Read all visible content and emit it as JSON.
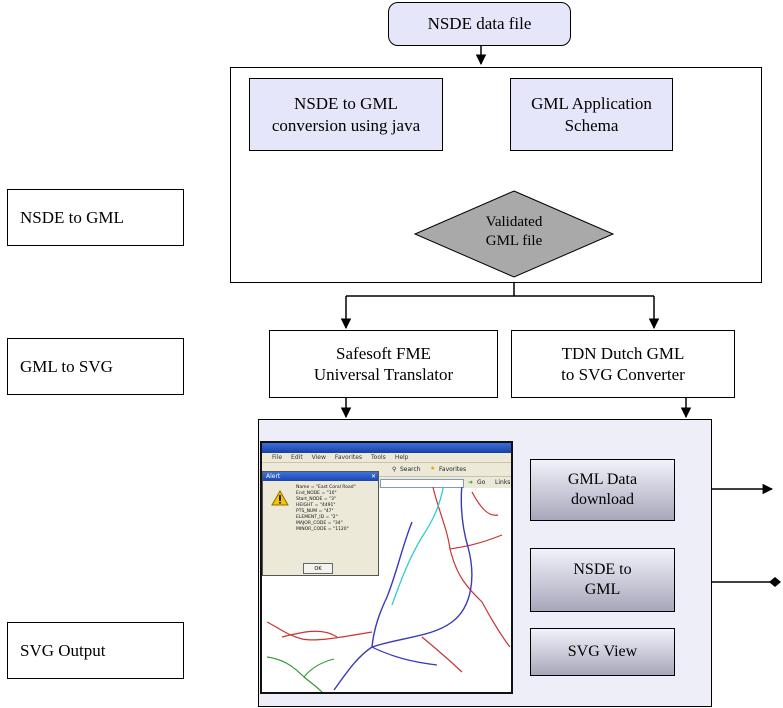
{
  "nodes": {
    "nsde_data_file": "NSDE data file",
    "nsde_to_gml_java": "NSDE to GML\nconversion using java",
    "gml_app_schema": "GML Application\nSchema",
    "validated_gml": "Validated\nGML file",
    "safesoft_fme": "Safesoft FME\nUniversal Translator",
    "tdn_dutch": "TDN Dutch GML\nto SVG Converter"
  },
  "stage_labels": {
    "nsde_to_gml": "NSDE to GML",
    "gml_to_svg": "GML to SVG",
    "svg_output": "SVG Output"
  },
  "output_buttons": {
    "gml_download": "GML Data\ndownload",
    "nsde_to_gml": "NSDE to\nGML",
    "svg_view": "SVG View"
  },
  "screenshot": {
    "menu": [
      "File",
      "Edit",
      "View",
      "Favorites",
      "Tools",
      "Help"
    ],
    "search_label": "Search",
    "favorites_label": "Favorites",
    "go_label": "Go",
    "links_label": "Links",
    "alert_title": "Alert",
    "alert_text": "Name = \"East Coral Road\"\nEnd_NODE = \"10\"\nStart_NODE = \"3\"\nHEIGHT = \"4491\"\nPTS_NUM = \"47\"\nELEMENT_ID = \"2\"\nMAJOR_CODE = \"34\"\nMINOR_CODE = \"1120\"",
    "ok_label": "OK"
  },
  "colors": {
    "node_fill": "#e6e6fa",
    "decision_fill": "#a9a9a9",
    "road_blue": "#3a3ab8",
    "road_cyan": "#33cccc",
    "road_red": "#cc3333",
    "road_green": "#339933"
  }
}
